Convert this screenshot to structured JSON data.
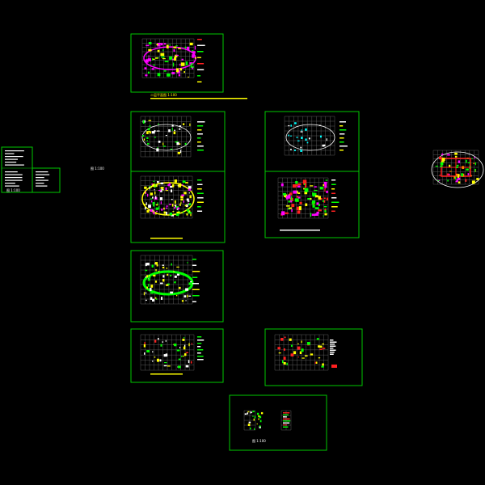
{
  "drawing": {
    "background": "#000000",
    "frame_color": "#00c800",
    "colors": {
      "grid": "#6f6f6f",
      "green": "#00ff00",
      "magenta": "#ff00ff",
      "yellow": "#ffff00",
      "red": "#ff2020",
      "white": "#ffffff",
      "cyan": "#00ffff",
      "orange": "#ff8000"
    }
  },
  "labels": {
    "scale_a": "图 1:100",
    "scale_b": "图 1:100",
    "scale_c": "图 1:100",
    "note_top": "二层平面图 1:100"
  }
}
